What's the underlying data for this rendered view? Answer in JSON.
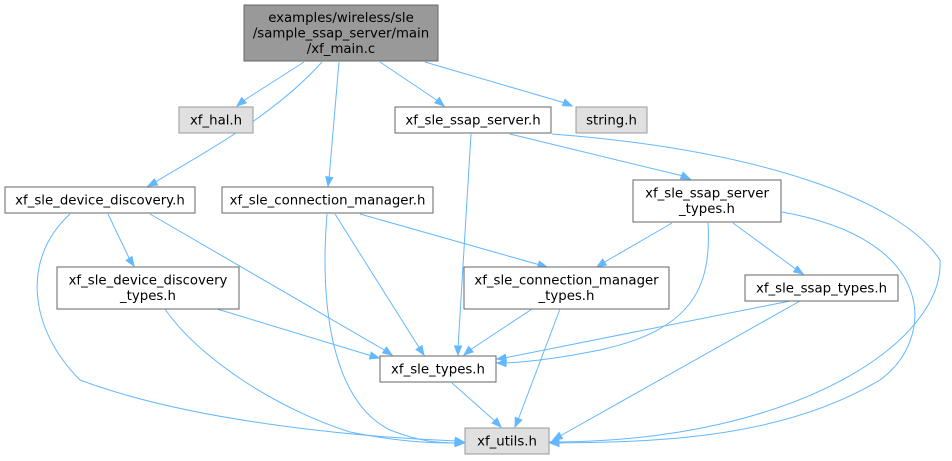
{
  "diagram": {
    "colors": {
      "edge": "#63b8ff",
      "root_fill": "#999999",
      "external_fill": "#e0e0e0",
      "node_fill": "#ffffff",
      "node_border": "#666666"
    },
    "nodes": [
      {
        "id": "root",
        "kind": "root",
        "lines": [
          "examples/wireless/sle",
          "/sample_ssap_server/main",
          "/xf_main.c"
        ]
      },
      {
        "id": "xf_hal",
        "kind": "external",
        "lines": [
          "xf_hal.h"
        ]
      },
      {
        "id": "string",
        "kind": "external",
        "lines": [
          "string.h"
        ]
      },
      {
        "id": "ssap_server",
        "kind": "normal",
        "lines": [
          "xf_sle_ssap_server.h"
        ]
      },
      {
        "id": "device_discovery",
        "kind": "normal",
        "lines": [
          "xf_sle_device_discovery.h"
        ]
      },
      {
        "id": "connection_manager",
        "kind": "normal",
        "lines": [
          "xf_sle_connection_manager.h"
        ]
      },
      {
        "id": "ssap_server_types",
        "kind": "normal",
        "lines": [
          "xf_sle_ssap_server",
          "_types.h"
        ]
      },
      {
        "id": "device_discovery_types",
        "kind": "normal",
        "lines": [
          "xf_sle_device_discovery",
          "_types.h"
        ]
      },
      {
        "id": "connection_manager_types",
        "kind": "normal",
        "lines": [
          "xf_sle_connection_manager",
          "_types.h"
        ]
      },
      {
        "id": "ssap_types",
        "kind": "normal",
        "lines": [
          "xf_sle_ssap_types.h"
        ]
      },
      {
        "id": "sle_types",
        "kind": "normal",
        "lines": [
          "xf_sle_types.h"
        ]
      },
      {
        "id": "utils",
        "kind": "external",
        "lines": [
          "xf_utils.h"
        ]
      }
    ],
    "edges": [
      {
        "from": "root",
        "to": "xf_hal"
      },
      {
        "from": "root",
        "to": "ssap_server"
      },
      {
        "from": "root",
        "to": "string"
      },
      {
        "from": "root",
        "to": "device_discovery"
      },
      {
        "from": "root",
        "to": "connection_manager"
      },
      {
        "from": "ssap_server",
        "to": "ssap_server_types"
      },
      {
        "from": "ssap_server",
        "to": "sle_types"
      },
      {
        "from": "ssap_server",
        "to": "utils"
      },
      {
        "from": "device_discovery",
        "to": "device_discovery_types"
      },
      {
        "from": "device_discovery",
        "to": "sle_types"
      },
      {
        "from": "device_discovery",
        "to": "utils"
      },
      {
        "from": "connection_manager",
        "to": "connection_manager_types"
      },
      {
        "from": "connection_manager",
        "to": "sle_types"
      },
      {
        "from": "connection_manager",
        "to": "utils"
      },
      {
        "from": "ssap_server_types",
        "to": "connection_manager_types"
      },
      {
        "from": "ssap_server_types",
        "to": "ssap_types"
      },
      {
        "from": "ssap_server_types",
        "to": "sle_types"
      },
      {
        "from": "ssap_server_types",
        "to": "utils"
      },
      {
        "from": "device_discovery_types",
        "to": "sle_types"
      },
      {
        "from": "device_discovery_types",
        "to": "utils"
      },
      {
        "from": "connection_manager_types",
        "to": "sle_types"
      },
      {
        "from": "connection_manager_types",
        "to": "utils"
      },
      {
        "from": "ssap_types",
        "to": "sle_types"
      },
      {
        "from": "ssap_types",
        "to": "utils"
      },
      {
        "from": "sle_types",
        "to": "utils"
      }
    ]
  }
}
